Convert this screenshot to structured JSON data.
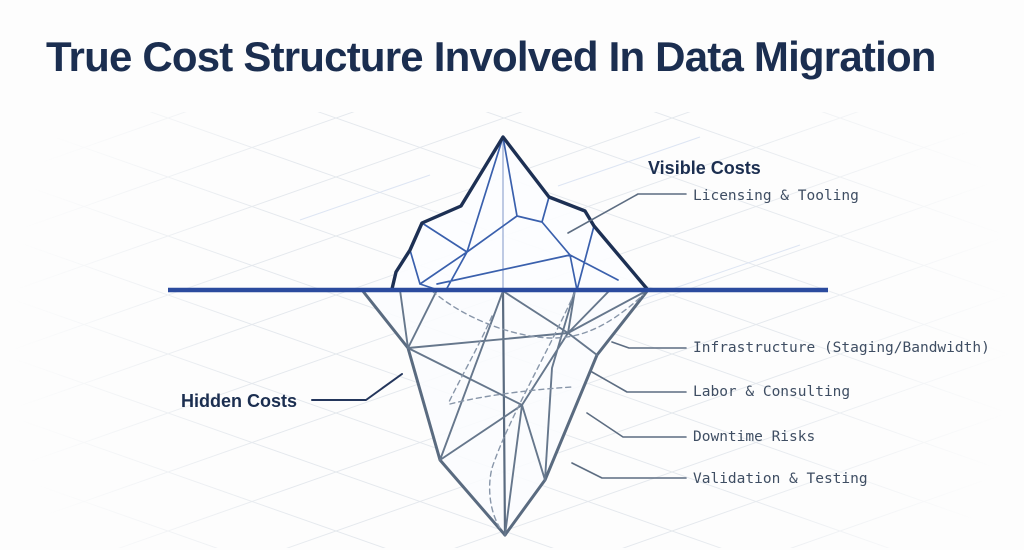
{
  "title": "True Cost Structure Involved In Data Migration",
  "iceberg": {
    "visible": {
      "heading": "Visible Costs",
      "items": [
        {
          "label": "Licensing & Tooling"
        }
      ]
    },
    "hidden": {
      "heading": "Hidden Costs",
      "items": [
        {
          "label": "Infrastructure (Staging/Bandwidth)"
        },
        {
          "label": "Labor & Consulting"
        },
        {
          "label": "Downtime Risks"
        },
        {
          "label": "Validation & Testing"
        }
      ]
    }
  },
  "colors": {
    "title_navy": "#1b2e50",
    "label_slate": "#3f4e63",
    "waterline_blue": "#2b4b9e",
    "iceberg_above_outline": "#1d3054",
    "iceberg_above_facets": "#3a60ad",
    "iceberg_below_gray": "#5a6b80",
    "connector_gray": "#5d6d82",
    "grid_gray": "#dfe4ea"
  }
}
